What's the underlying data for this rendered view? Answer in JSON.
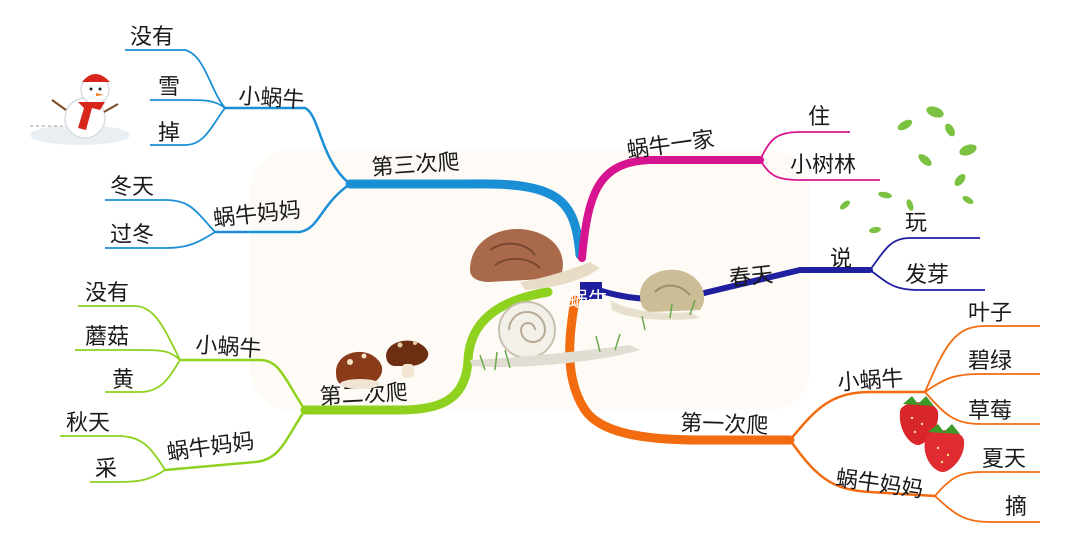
{
  "colors": {
    "third_climb": "#1a8fd6",
    "family": "#d6148f",
    "spring": "#1f1fa0",
    "first_climb": "#f26b0f",
    "second_climb": "#8fd11f",
    "leaf": "#7cc242"
  },
  "center": {
    "label": "小蜗牛"
  },
  "branches": {
    "third": {
      "label": "第三次爬",
      "snail": {
        "label": "小蜗牛",
        "leaves": [
          "没有",
          "雪",
          "掉"
        ]
      },
      "mother": {
        "label": "蜗牛妈妈",
        "leaves": [
          "冬天",
          "过冬"
        ]
      }
    },
    "family": {
      "label": "蜗牛一家",
      "leaves": [
        "住",
        "小树林"
      ]
    },
    "spring": {
      "label": "春天",
      "say": {
        "label": "说",
        "leaves": [
          "玩",
          "发芽"
        ]
      }
    },
    "second": {
      "label": "第二次爬",
      "snail": {
        "label": "小蜗牛",
        "leaves": [
          "没有",
          "蘑菇",
          "黄"
        ]
      },
      "mother": {
        "label": "蜗牛妈妈",
        "leaves": [
          "秋天",
          "采"
        ]
      }
    },
    "first": {
      "label": "第一次爬",
      "snail": {
        "label": "小蜗牛",
        "leaves": [
          "叶子",
          "碧绿",
          "草莓"
        ]
      },
      "mother": {
        "label": "蜗牛妈妈",
        "leaves": [
          "夏天",
          "摘"
        ]
      }
    }
  },
  "icons": [
    "snowman-icon",
    "leaves-icon",
    "mushroom-icon",
    "strawberry-icon",
    "snail-icon"
  ]
}
